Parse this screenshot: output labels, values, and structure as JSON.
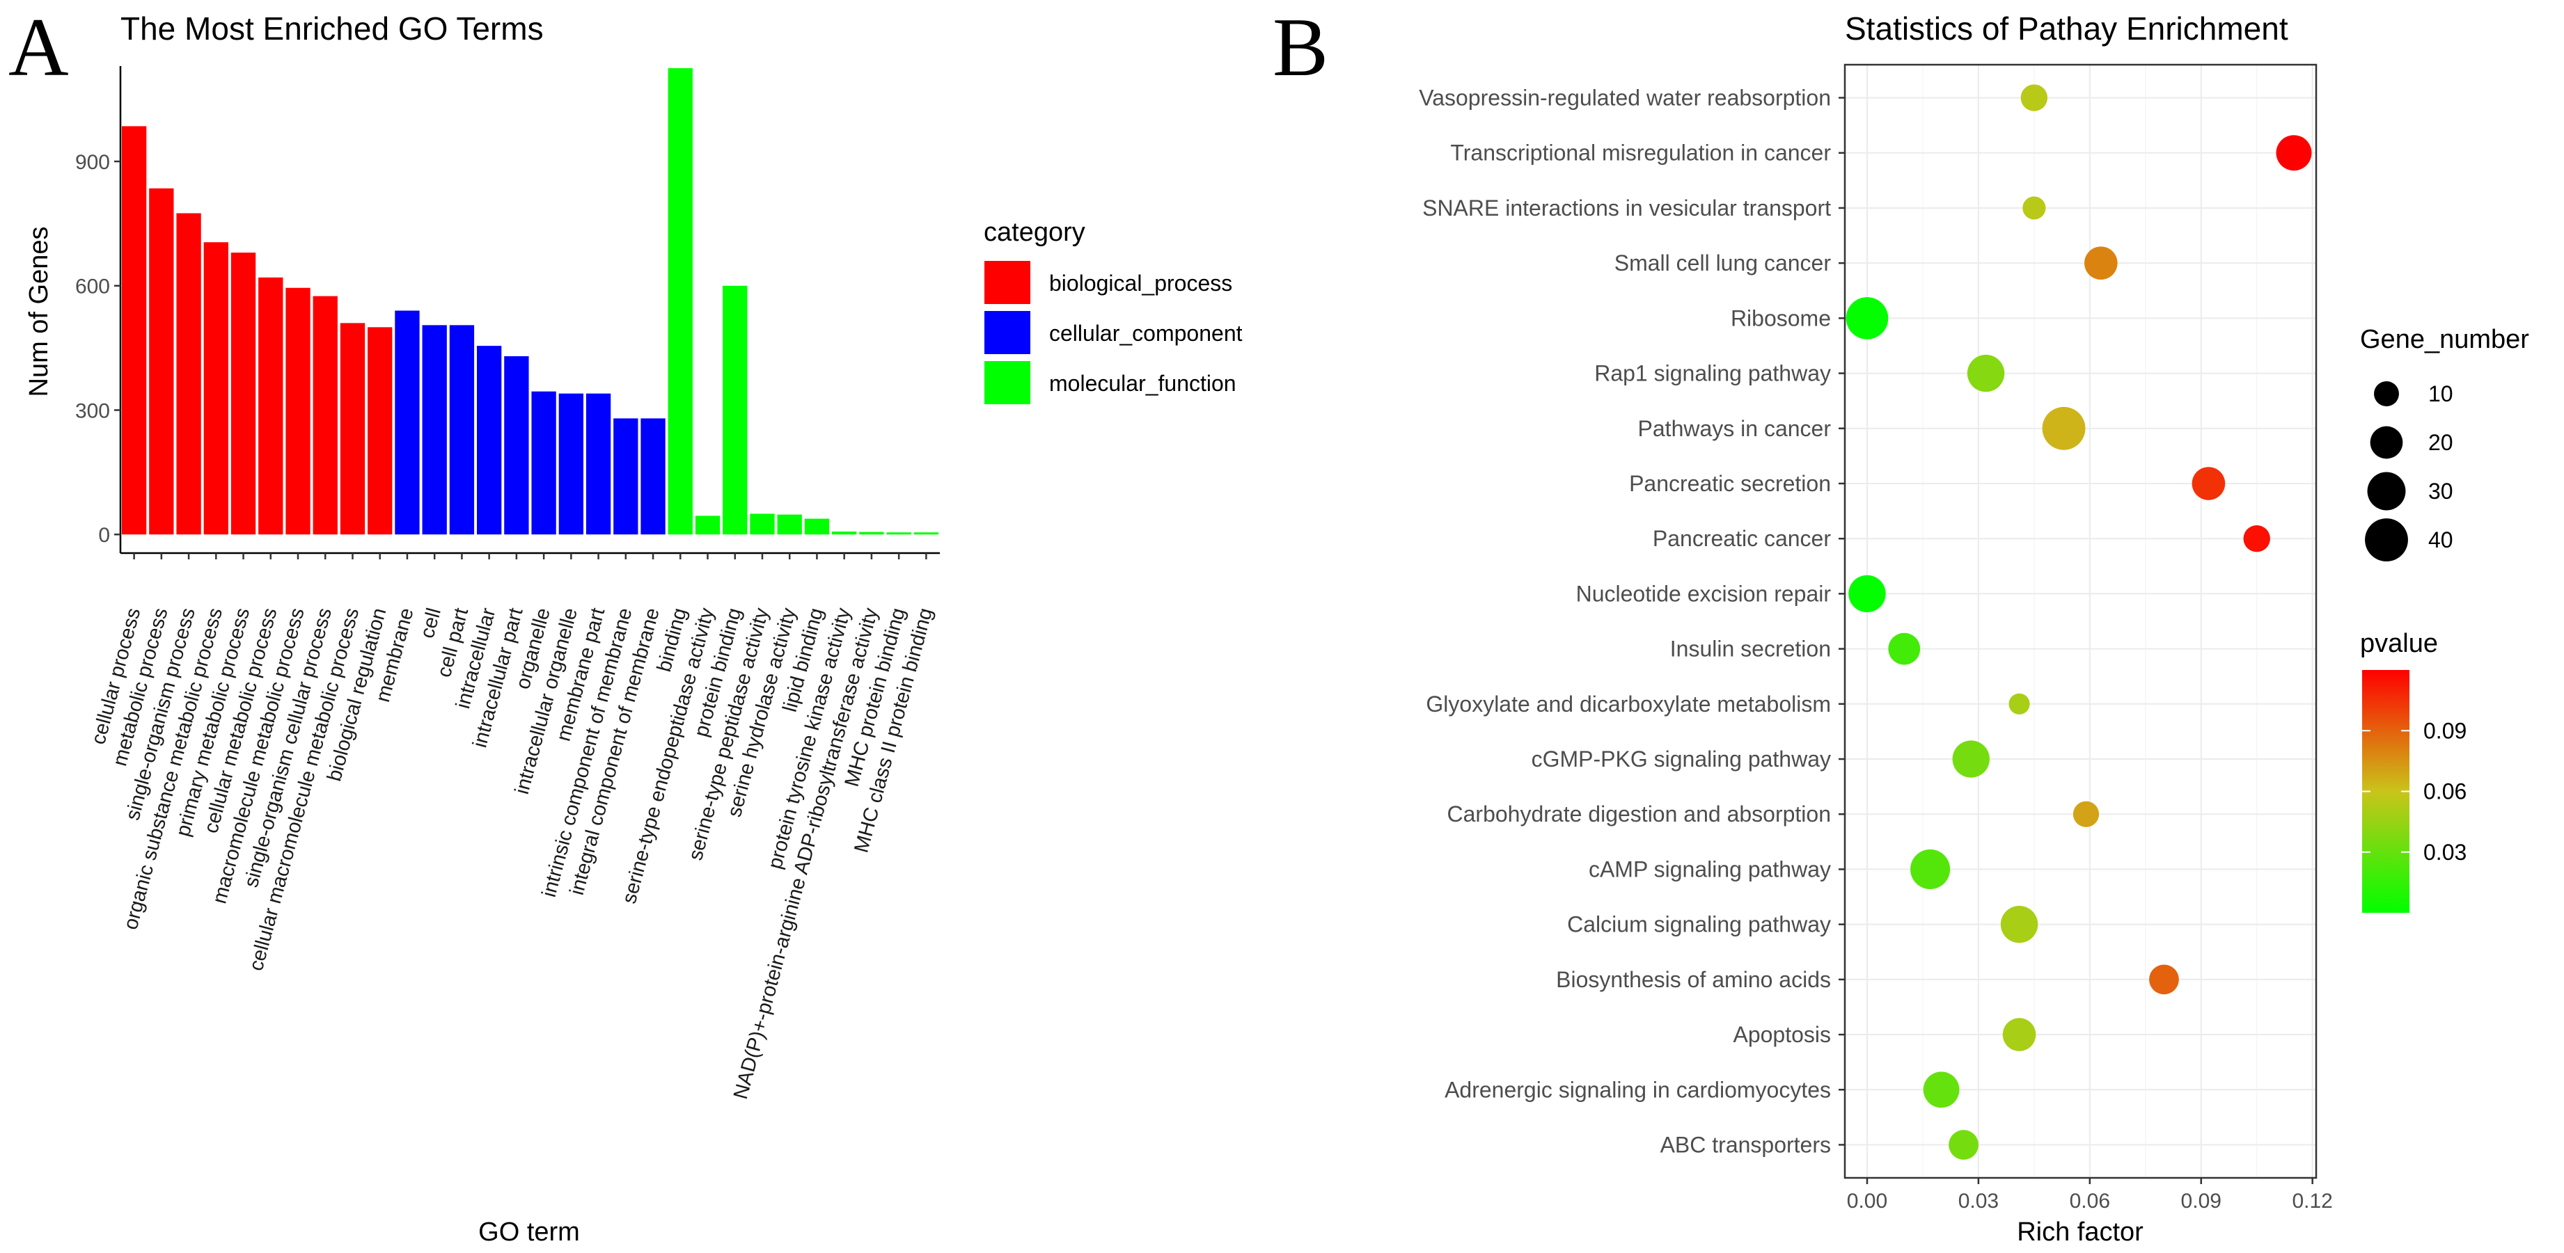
{
  "panels": {
    "left_label": "A",
    "right_label": "B"
  },
  "colors": {
    "biological_process": "#ff0000",
    "cellular_component": "#0000ff",
    "molecular_function": "#00ff00",
    "pvalue_low": "#00ff00",
    "pvalue_mid": "#c9c41a",
    "pvalue_high": "#ff0000"
  },
  "chart_data": [
    {
      "type": "bar",
      "title": "The Most Enriched GO Terms",
      "xlabel": "GO term",
      "ylabel": "Num of Genes",
      "ylim": [
        -45,
        1130
      ],
      "yticks": [
        0,
        300,
        600,
        900
      ],
      "grid": false,
      "legend": {
        "title": "category",
        "position": "right",
        "entries": [
          "biological_process",
          "cellular_component",
          "molecular_function"
        ]
      },
      "categories": [
        "cellular process",
        "metabolic process",
        "single-organism process",
        "organic substance metabolic process",
        "primary metabolic process",
        "cellular metabolic process",
        "macromolecule metabolic process",
        "single-organism cellular process",
        "cellular macromolecule metabolic process",
        "biological regulation",
        "membrane",
        "cell",
        "cell part",
        "intracellular",
        "intracellular part",
        "organelle",
        "intracellular organelle",
        "membrane part",
        "intrinsic component of membrane",
        "integral component of membrane",
        "binding",
        "serine-type endopeptidase activity",
        "protein binding",
        "serine-type peptidase activity",
        "serine hydrolase activity",
        "lipid binding",
        "protein tyrosine kinase activity",
        "NAD(P)+-protein-arginine ADP-ribosyltransferase activity",
        "MHC protein binding",
        "MHC class II protein binding"
      ],
      "group": [
        "biological_process",
        "biological_process",
        "biological_process",
        "biological_process",
        "biological_process",
        "biological_process",
        "biological_process",
        "biological_process",
        "biological_process",
        "biological_process",
        "cellular_component",
        "cellular_component",
        "cellular_component",
        "cellular_component",
        "cellular_component",
        "cellular_component",
        "cellular_component",
        "cellular_component",
        "cellular_component",
        "cellular_component",
        "molecular_function",
        "molecular_function",
        "molecular_function",
        "molecular_function",
        "molecular_function",
        "molecular_function",
        "molecular_function",
        "molecular_function",
        "molecular_function",
        "molecular_function"
      ],
      "values": [
        985,
        835,
        775,
        705,
        680,
        620,
        595,
        575,
        510,
        500,
        540,
        505,
        505,
        455,
        430,
        345,
        340,
        340,
        280,
        280,
        1125,
        45,
        600,
        50,
        48,
        38,
        7,
        6,
        5,
        5
      ]
    },
    {
      "type": "scatter",
      "title": "Statistics of Pathay Enrichment",
      "xlabel": "Rich factor",
      "ylabel": "",
      "xlim": [
        -0.006,
        0.121
      ],
      "xticks": [
        0.0,
        0.03,
        0.06,
        0.09,
        0.12
      ],
      "xtick_labels": [
        "0.00",
        "0.03",
        "0.06",
        "0.09",
        "0.12"
      ],
      "grid": true,
      "legend_size": {
        "title": "Gene_number",
        "position": "right",
        "values": [
          10,
          20,
          30,
          40
        ],
        "labels": [
          "10",
          "20",
          "30",
          "40"
        ]
      },
      "legend_color": {
        "title": "pvalue",
        "position": "right",
        "range": [
          0.0,
          0.12
        ],
        "ticks": [
          0.03,
          0.06,
          0.09
        ],
        "tick_labels": [
          "0.03",
          "0.06",
          "0.09"
        ]
      },
      "pathways": [
        "Vasopressin-regulated water reabsorption",
        "Transcriptional misregulation in cancer",
        "SNARE interactions in vesicular transport",
        "Small cell lung cancer",
        "Ribosome",
        "Rap1 signaling pathway",
        "Pathways in cancer",
        "Pancreatic secretion",
        "Pancreatic cancer",
        "Nucleotide excision repair",
        "Insulin secretion",
        "Glyoxylate and dicarboxylate metabolism",
        "cGMP-PKG signaling pathway",
        "Carbohydrate digestion and absorption",
        "cAMP signaling pathway",
        "Calcium signaling pathway",
        "Biosynthesis of amino acids",
        "Apoptosis",
        "Adrenergic signaling in cardiomyocytes",
        "ABC transporters"
      ],
      "rich_factor": [
        0.045,
        0.115,
        0.045,
        0.063,
        0.0,
        0.032,
        0.053,
        0.092,
        0.105,
        0.0,
        0.01,
        0.041,
        0.028,
        0.059,
        0.017,
        0.041,
        0.08,
        0.041,
        0.02,
        0.026
      ],
      "gene_number": [
        12,
        25,
        8,
        21,
        38,
        28,
        40,
        21,
        12,
        28,
        19,
        6,
        28,
        11,
        33,
        28,
        16,
        21,
        26,
        16
      ],
      "pvalue": [
        0.055,
        0.12,
        0.055,
        0.08,
        0.001,
        0.04,
        0.065,
        0.105,
        0.115,
        0.001,
        0.02,
        0.05,
        0.035,
        0.07,
        0.025,
        0.05,
        0.09,
        0.05,
        0.03,
        0.035
      ]
    }
  ]
}
